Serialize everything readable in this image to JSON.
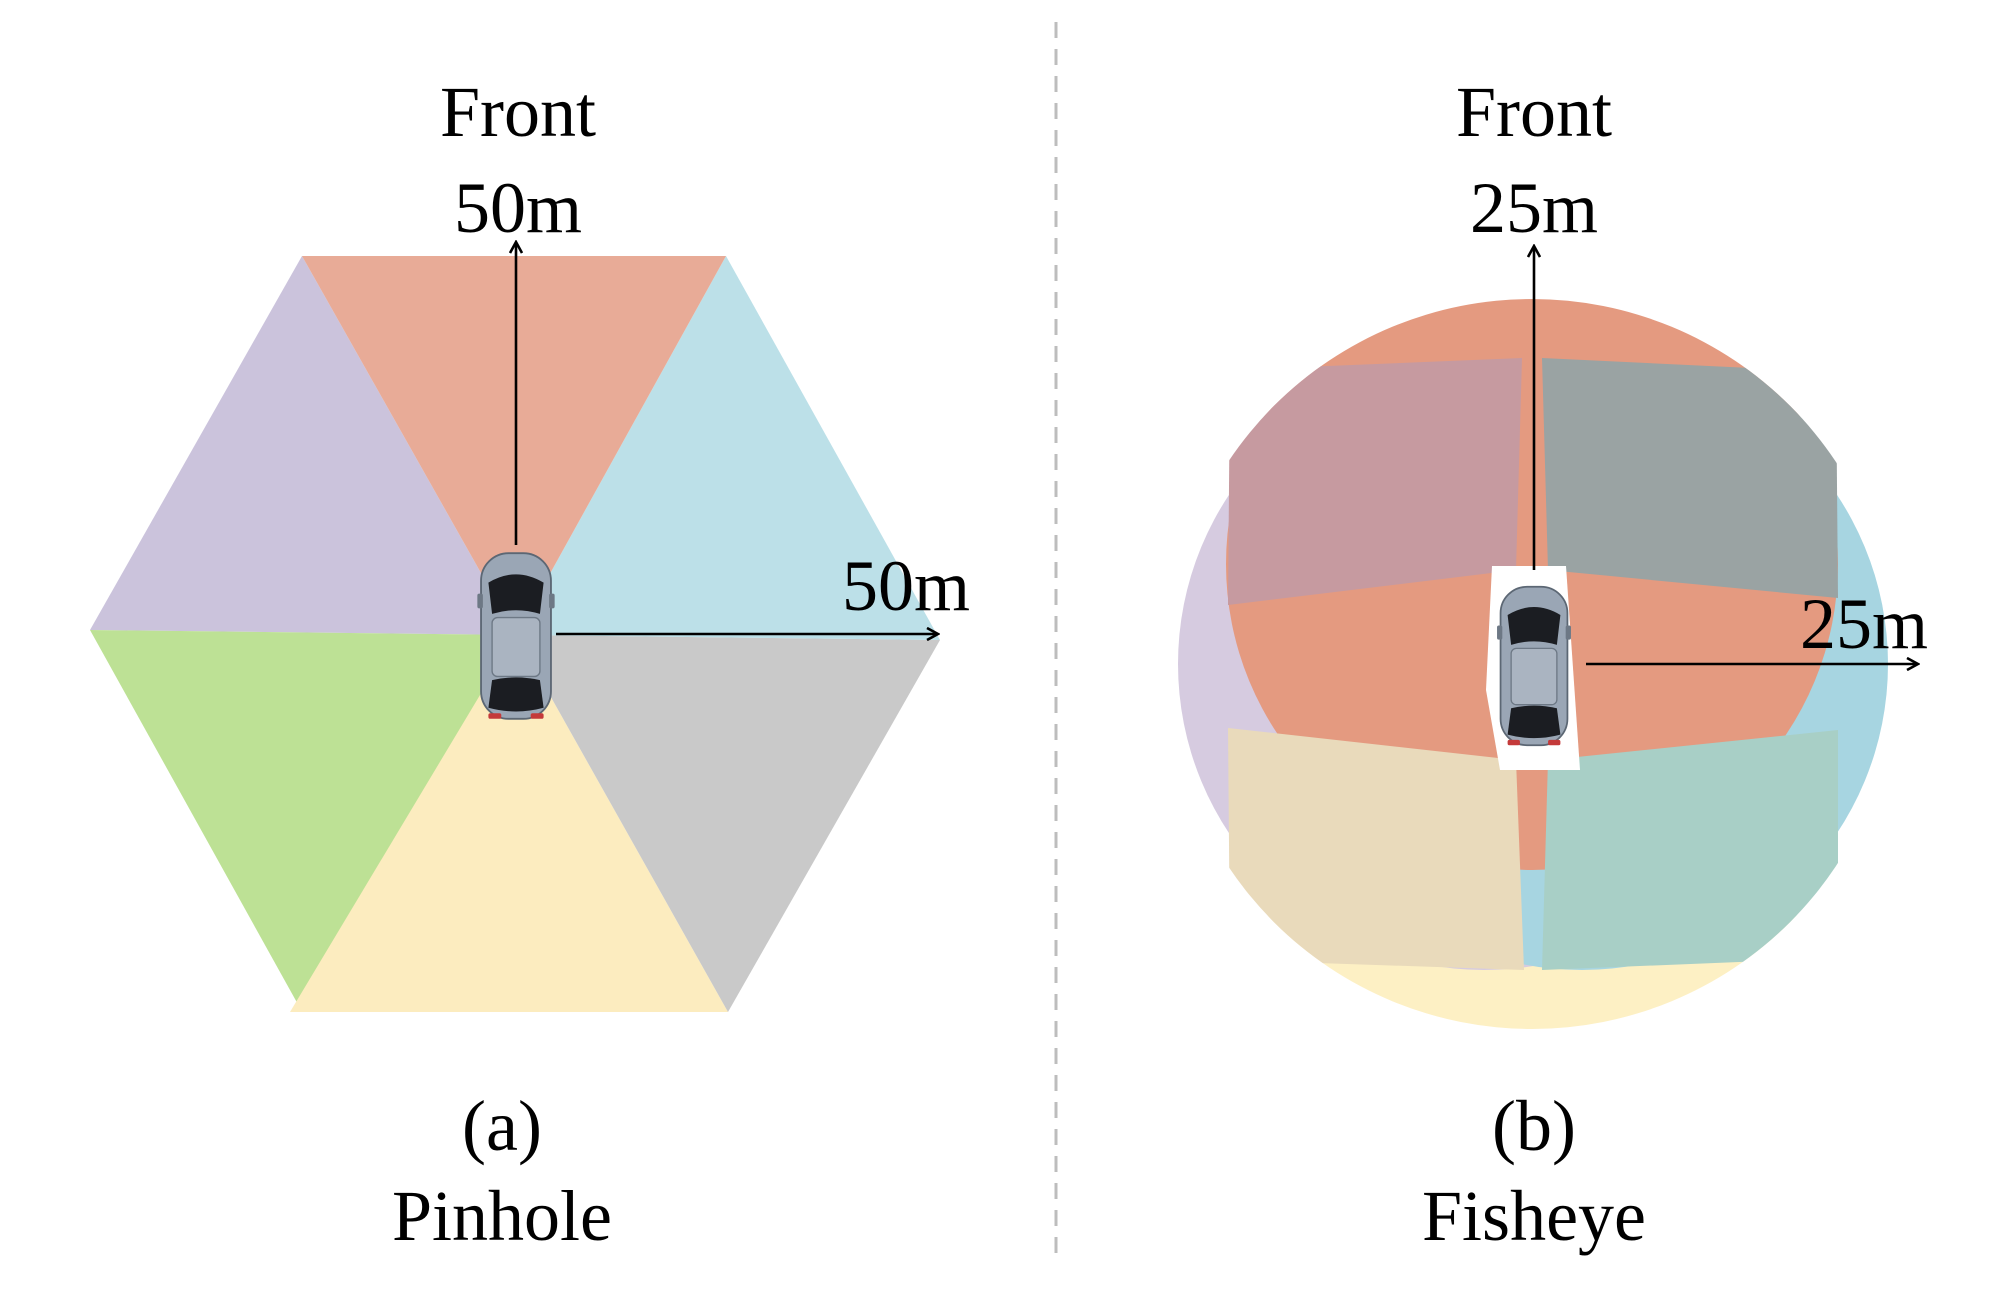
{
  "left_panel": {
    "front_label": "Front",
    "top_distance": "50m",
    "right_distance": "50m",
    "caption_letter": "(a)",
    "caption_name": "Pinhole",
    "fov_colors": {
      "front": "#e8ab97",
      "front_right": "#bce0e8",
      "rear_right": "#c9c9c9",
      "rear": "#fcecbf",
      "rear_left": "#bde195",
      "front_left": "#cbc3dc"
    }
  },
  "right_panel": {
    "front_label": "Front",
    "top_distance": "25m",
    "right_distance": "25m",
    "caption_letter": "(b)",
    "caption_name": "Fisheye",
    "fov_colors": {
      "front": "#e49a80",
      "right": "#a7d5e1",
      "rear": "#fdf0c4",
      "left": "#d6cbe0"
    }
  }
}
